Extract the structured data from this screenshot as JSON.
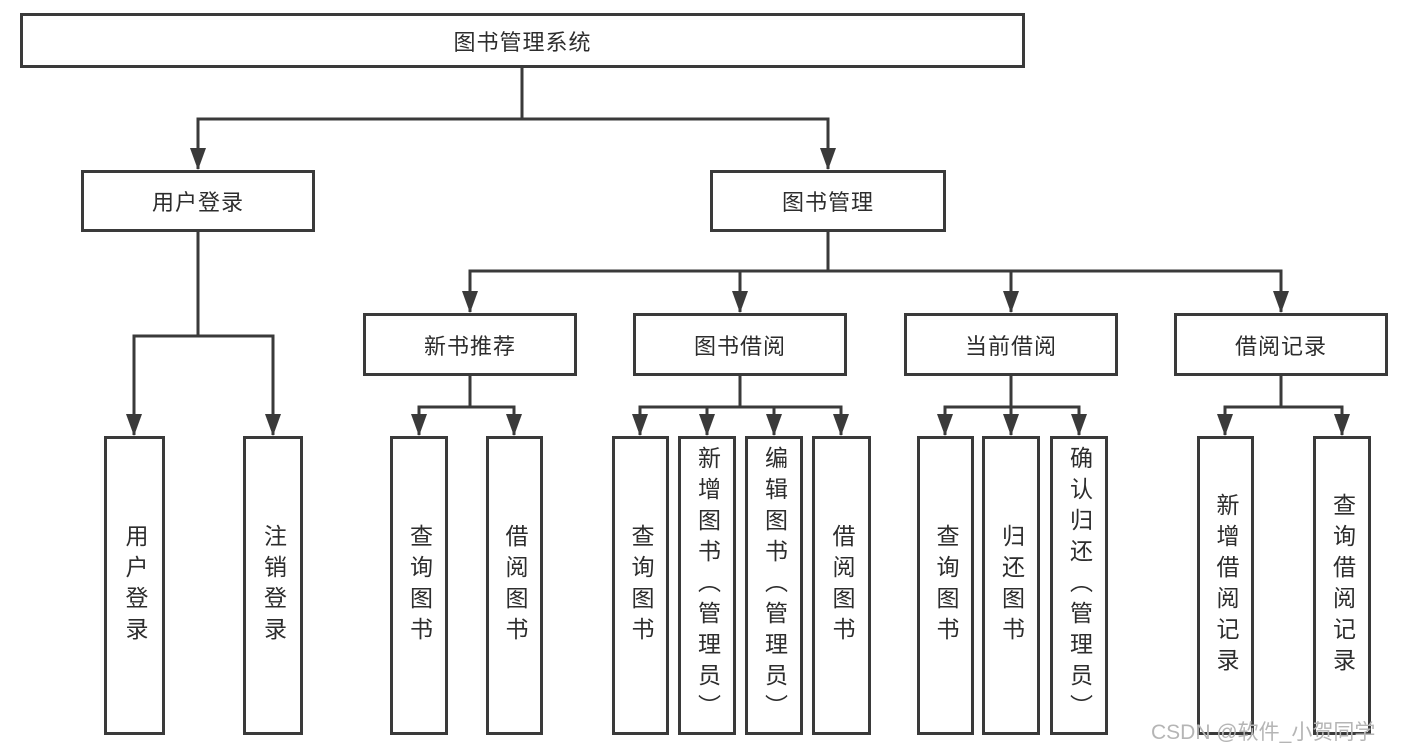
{
  "colors": {
    "line": "#3a3a3a",
    "box_border": "#3a3a3a",
    "text": "#2d2d2d",
    "watermark": "#b5b5b5",
    "background": "#ffffff"
  },
  "diagram_type": "hierarchy-tree",
  "tree": {
    "label": "图书管理系统",
    "children": [
      {
        "id": "user-login",
        "label": "用户登录",
        "children": [
          {
            "id": "login",
            "label": "用户登录"
          },
          {
            "id": "logout",
            "label": "注销登录"
          }
        ]
      },
      {
        "id": "book-management",
        "label": "图书管理",
        "children": [
          {
            "id": "new-book-recommend",
            "label": "新书推荐",
            "children": [
              {
                "id": "query-books",
                "label": "查询图书"
              },
              {
                "id": "borrow-books",
                "label": "借阅图书"
              }
            ]
          },
          {
            "id": "book-borrowing",
            "label": "图书借阅",
            "children": [
              {
                "id": "query-books",
                "label": "查询图书"
              },
              {
                "id": "add-books-admin",
                "label": "新增图书（管理员）"
              },
              {
                "id": "edit-books-admin",
                "label": "编辑图书（管理员）"
              },
              {
                "id": "borrow-books",
                "label": "借阅图书"
              }
            ]
          },
          {
            "id": "current-borrowing",
            "label": "当前借阅",
            "children": [
              {
                "id": "query-books",
                "label": "查询图书"
              },
              {
                "id": "return-books",
                "label": "归还图书"
              },
              {
                "id": "confirm-return-admin",
                "label": "确认归还（管理员）"
              }
            ]
          },
          {
            "id": "borrowing-records",
            "label": "借阅记录",
            "children": [
              {
                "id": "add-borrow-record",
                "label": "新增借阅记录"
              },
              {
                "id": "query-borrow-record",
                "label": "查询借阅记录"
              }
            ]
          }
        ]
      }
    ]
  },
  "watermark": {
    "text": "CSDN @软件_小贺同学"
  }
}
